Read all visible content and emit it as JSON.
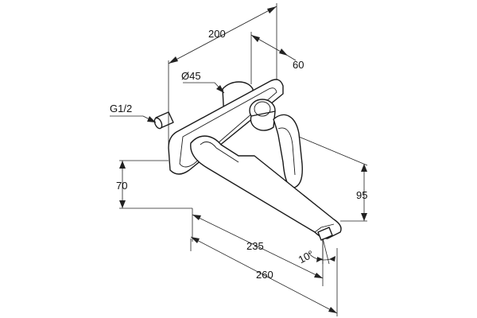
{
  "dimensions": {
    "overall_width": "200",
    "depth": "60",
    "rosette_diameter": "Ø45",
    "connection_thread": "G1/2",
    "spout_height": "70",
    "lever_height": "95",
    "spout_projection": "235",
    "total_projection": "260",
    "spout_angle": "10°"
  }
}
